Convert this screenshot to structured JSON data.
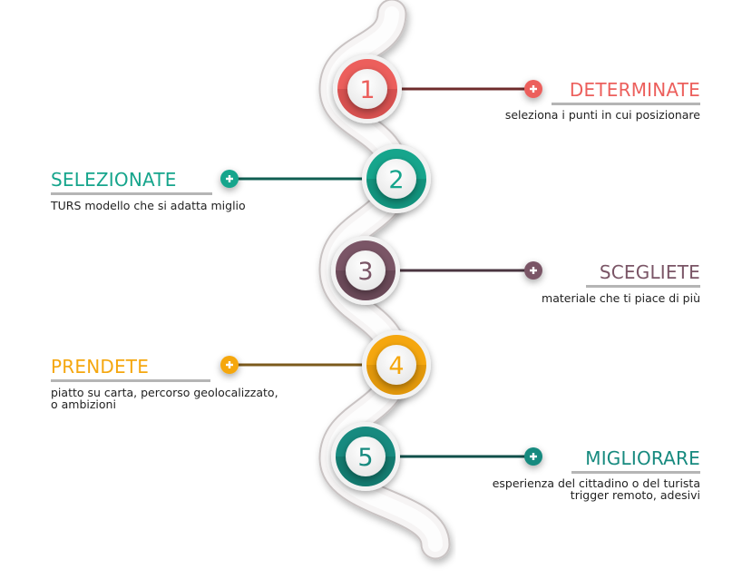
{
  "steps": [
    {
      "number": "1",
      "title": "DETERMINATE",
      "description": [
        "seleziona i punti in cui posizionare"
      ],
      "color": "#ec5f5c",
      "dark": "#b23a38",
      "line": "#6e2b2b",
      "side": "right"
    },
    {
      "number": "2",
      "title": "SELEZIONATE",
      "description": [
        "TURS modello che si adatta miglio"
      ],
      "color": "#16a58c",
      "dark": "#0c7461",
      "line": "#0f5e52",
      "side": "left"
    },
    {
      "number": "3",
      "title": "SCEGLIETE",
      "description": [
        "materiale che ti piace di più"
      ],
      "color": "#7a5566",
      "dark": "#4e3340",
      "line": "#4a3540",
      "side": "right"
    },
    {
      "number": "4",
      "title": "PRENDETE",
      "description": [
        "piatto su carta, percorso geolocalizzato,",
        "o ambizioni"
      ],
      "color": "#f5a70f",
      "dark": "#c07d06",
      "line": "#7b5a1c",
      "side": "left"
    },
    {
      "number": "5",
      "title": "MIGLIORARE",
      "description": [
        "esperienza del cittadino o del turista",
        "trigger remoto, adesivi"
      ],
      "color": "#178a7f",
      "dark": "#0c5c54",
      "line": "#0f4f4a",
      "side": "right"
    }
  ]
}
